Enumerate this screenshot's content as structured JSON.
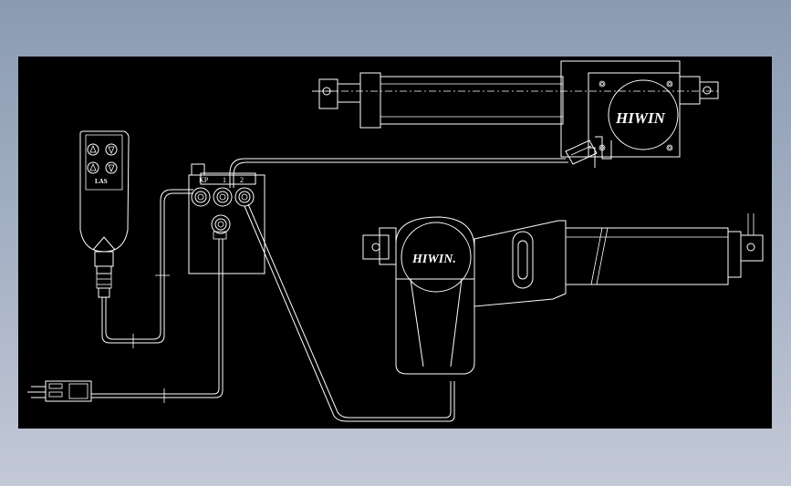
{
  "drawing": {
    "brand_top": "HIWIN",
    "brand_bottom": "HIWIN.",
    "handset_badge": "LAS",
    "box_labels": [
      "KP",
      "1",
      "2"
    ]
  },
  "colors": {
    "frame": "#8a9bb2",
    "canvas": "#000000",
    "lines": "#ffffff"
  }
}
